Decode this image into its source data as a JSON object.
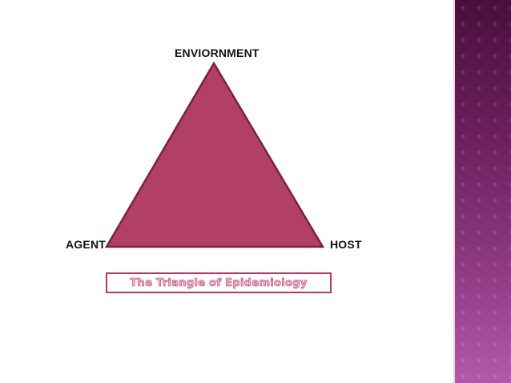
{
  "diagram": {
    "vertices": {
      "top": "ENVIORNMENT",
      "left": "AGENT",
      "right": "HOST"
    },
    "caption": "The Triangle of Epidemiology"
  },
  "colors": {
    "triangle_fill": "#b23f65",
    "triangle_stroke": "#7a2340",
    "caption_border": "#b03a63",
    "caption_text": "#f3b6c8",
    "side_band_top": "#4a0f3e",
    "side_band_bottom": "#b25aa8"
  }
}
